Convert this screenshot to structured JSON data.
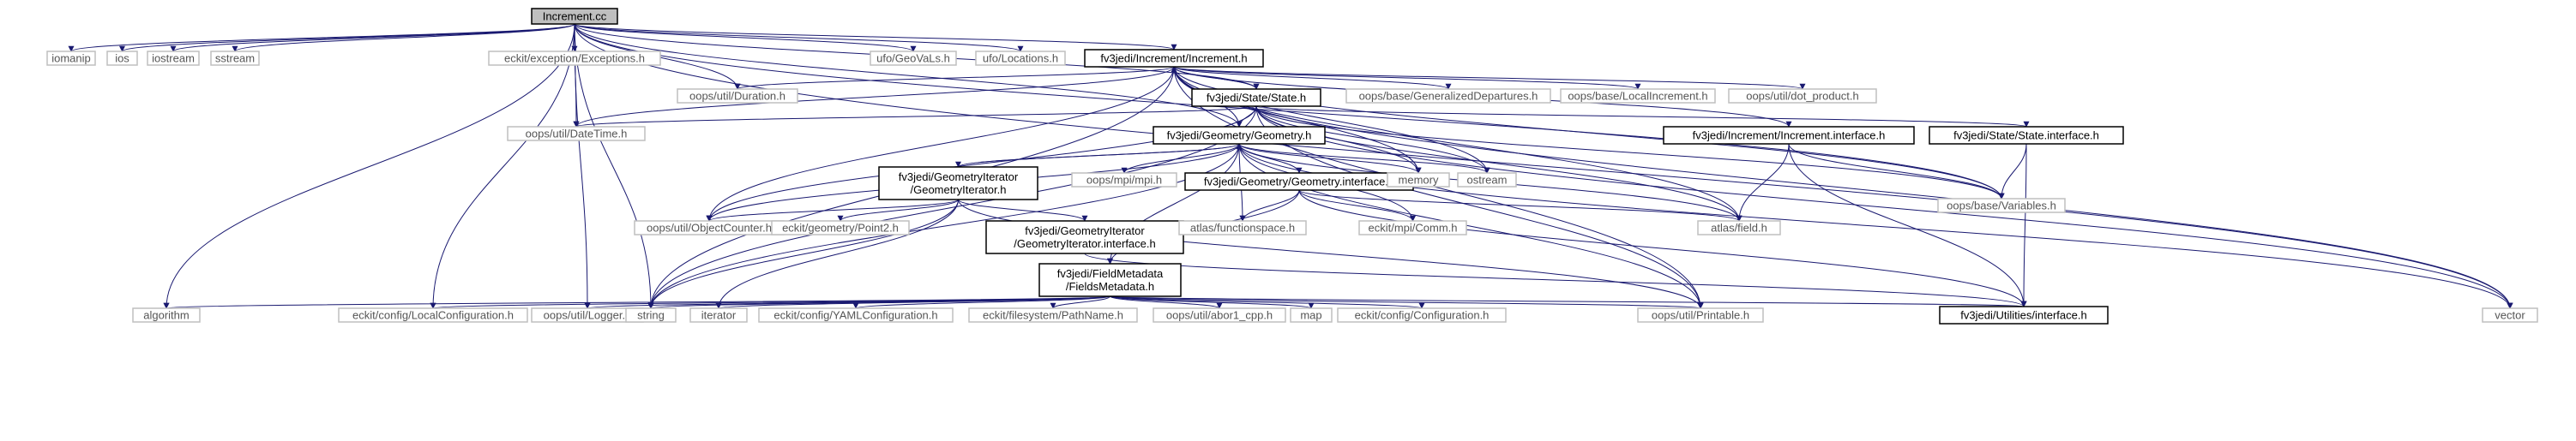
{
  "colors": {
    "edge": "#191970",
    "root_fill": "#bfbfbf",
    "project_fill": "#ffffff",
    "project_stroke": "#000000",
    "external_fill": "#ffffff",
    "external_stroke": "#bfbfbf",
    "external_text": "#555555",
    "text": "#000000"
  },
  "nodes": [
    {
      "id": "n0",
      "kind": "root",
      "lines": [
        "Increment.cc"
      ]
    },
    {
      "id": "n1",
      "kind": "external",
      "lines": [
        "iomanip"
      ]
    },
    {
      "id": "n2",
      "kind": "external",
      "lines": [
        "ios"
      ]
    },
    {
      "id": "n3",
      "kind": "external",
      "lines": [
        "iostream"
      ]
    },
    {
      "id": "n4",
      "kind": "external",
      "lines": [
        "sstream"
      ]
    },
    {
      "id": "n5",
      "kind": "external",
      "lines": [
        "eckit/exception/Exceptions.h"
      ]
    },
    {
      "id": "n6",
      "kind": "external",
      "lines": [
        "ufo/GeoVaLs.h"
      ]
    },
    {
      "id": "n7",
      "kind": "external",
      "lines": [
        "ufo/Locations.h"
      ]
    },
    {
      "id": "n8",
      "kind": "project",
      "lines": [
        "fv3jedi/Increment/Increment.h"
      ]
    },
    {
      "id": "n9",
      "kind": "external",
      "lines": [
        "oops/util/Duration.h"
      ]
    },
    {
      "id": "n10",
      "kind": "project",
      "lines": [
        "fv3jedi/State/State.h"
      ]
    },
    {
      "id": "n11",
      "kind": "external",
      "lines": [
        "oops/base/GeneralizedDepartures.h"
      ]
    },
    {
      "id": "n12",
      "kind": "external",
      "lines": [
        "oops/base/LocalIncrement.h"
      ]
    },
    {
      "id": "n13",
      "kind": "external",
      "lines": [
        "oops/util/dot_product.h"
      ]
    },
    {
      "id": "n14",
      "kind": "external",
      "lines": [
        "oops/util/DateTime.h"
      ]
    },
    {
      "id": "n15",
      "kind": "project",
      "lines": [
        "fv3jedi/Geometry/Geometry.h"
      ]
    },
    {
      "id": "n16",
      "kind": "project",
      "lines": [
        "fv3jedi/Increment/Increment.interface.h"
      ]
    },
    {
      "id": "n17",
      "kind": "project",
      "lines": [
        "fv3jedi/State/State.interface.h"
      ]
    },
    {
      "id": "n18",
      "kind": "project",
      "lines": [
        "fv3jedi/GeometryIterator",
        "/GeometryIterator.h"
      ]
    },
    {
      "id": "n19",
      "kind": "external",
      "lines": [
        "oops/mpi/mpi.h"
      ]
    },
    {
      "id": "n20",
      "kind": "project",
      "lines": [
        "fv3jedi/Geometry/Geometry.interface.h"
      ]
    },
    {
      "id": "n21",
      "kind": "external",
      "lines": [
        "memory"
      ]
    },
    {
      "id": "n22",
      "kind": "external",
      "lines": [
        "ostream"
      ]
    },
    {
      "id": "n23",
      "kind": "external",
      "lines": [
        "oops/base/Variables.h"
      ]
    },
    {
      "id": "n24",
      "kind": "external",
      "lines": [
        "oops/util/ObjectCounter.h"
      ]
    },
    {
      "id": "n25",
      "kind": "external",
      "lines": [
        "eckit/geometry/Point2.h"
      ]
    },
    {
      "id": "n26",
      "kind": "project",
      "lines": [
        "fv3jedi/GeometryIterator",
        "/GeometryIterator.interface.h"
      ]
    },
    {
      "id": "n27",
      "kind": "external",
      "lines": [
        "atlas/functionspace.h"
      ]
    },
    {
      "id": "n28",
      "kind": "external",
      "lines": [
        "eckit/mpi/Comm.h"
      ]
    },
    {
      "id": "n29",
      "kind": "external",
      "lines": [
        "atlas/field.h"
      ]
    },
    {
      "id": "n30",
      "kind": "project",
      "lines": [
        "fv3jedi/FieldMetadata",
        "/FieldsMetadata.h"
      ]
    },
    {
      "id": "n31",
      "kind": "external",
      "lines": [
        "algorithm"
      ]
    },
    {
      "id": "n32",
      "kind": "external",
      "lines": [
        "eckit/config/LocalConfiguration.h"
      ]
    },
    {
      "id": "n33",
      "kind": "external",
      "lines": [
        "oops/util/Logger.h"
      ]
    },
    {
      "id": "n34",
      "kind": "external",
      "lines": [
        "string"
      ]
    },
    {
      "id": "n35",
      "kind": "external",
      "lines": [
        "iterator"
      ]
    },
    {
      "id": "n36",
      "kind": "external",
      "lines": [
        "eckit/config/YAMLConfiguration.h"
      ]
    },
    {
      "id": "n37",
      "kind": "external",
      "lines": [
        "eckit/filesystem/PathName.h"
      ]
    },
    {
      "id": "n38",
      "kind": "external",
      "lines": [
        "oops/util/abor1_cpp.h"
      ]
    },
    {
      "id": "n39",
      "kind": "external",
      "lines": [
        "map"
      ]
    },
    {
      "id": "n40",
      "kind": "external",
      "lines": [
        "eckit/config/Configuration.h"
      ]
    },
    {
      "id": "n41",
      "kind": "external",
      "lines": [
        "oops/util/Printable.h"
      ]
    },
    {
      "id": "n42",
      "kind": "project",
      "lines": [
        "fv3jedi/Utilities/interface.h"
      ]
    },
    {
      "id": "n43",
      "kind": "external",
      "lines": [
        "vector"
      ]
    }
  ],
  "edges": [
    [
      "n0",
      "n1"
    ],
    [
      "n0",
      "n2"
    ],
    [
      "n0",
      "n3"
    ],
    [
      "n0",
      "n4"
    ],
    [
      "n0",
      "n5"
    ],
    [
      "n0",
      "n6"
    ],
    [
      "n0",
      "n7"
    ],
    [
      "n0",
      "n8"
    ],
    [
      "n0",
      "n9"
    ],
    [
      "n0",
      "n10"
    ],
    [
      "n0",
      "n14"
    ],
    [
      "n0",
      "n15"
    ],
    [
      "n0",
      "n23"
    ],
    [
      "n0",
      "n31"
    ],
    [
      "n0",
      "n32"
    ],
    [
      "n0",
      "n33"
    ],
    [
      "n0",
      "n34"
    ],
    [
      "n0",
      "n43"
    ],
    [
      "n8",
      "n9"
    ],
    [
      "n8",
      "n10"
    ],
    [
      "n8",
      "n11"
    ],
    [
      "n8",
      "n12"
    ],
    [
      "n8",
      "n13"
    ],
    [
      "n8",
      "n14"
    ],
    [
      "n8",
      "n15"
    ],
    [
      "n8",
      "n16"
    ],
    [
      "n8",
      "n21"
    ],
    [
      "n8",
      "n22"
    ],
    [
      "n8",
      "n23"
    ],
    [
      "n8",
      "n24"
    ],
    [
      "n8",
      "n29"
    ],
    [
      "n8",
      "n41"
    ],
    [
      "n8",
      "n43"
    ],
    [
      "n8",
      "n34"
    ],
    [
      "n10",
      "n8"
    ],
    [
      "n10",
      "n14"
    ],
    [
      "n10",
      "n15"
    ],
    [
      "n10",
      "n17"
    ],
    [
      "n10",
      "n21"
    ],
    [
      "n10",
      "n22"
    ],
    [
      "n10",
      "n23"
    ],
    [
      "n10",
      "n24"
    ],
    [
      "n10",
      "n29"
    ],
    [
      "n10",
      "n41"
    ],
    [
      "n10",
      "n43"
    ],
    [
      "n10",
      "n34"
    ],
    [
      "n15",
      "n18"
    ],
    [
      "n15",
      "n19"
    ],
    [
      "n15",
      "n20"
    ],
    [
      "n15",
      "n21"
    ],
    [
      "n15",
      "n22"
    ],
    [
      "n15",
      "n24"
    ],
    [
      "n15",
      "n27"
    ],
    [
      "n15",
      "n28"
    ],
    [
      "n15",
      "n29"
    ],
    [
      "n15",
      "n30"
    ],
    [
      "n15",
      "n34"
    ],
    [
      "n15",
      "n41"
    ],
    [
      "n15",
      "n43"
    ],
    [
      "n18",
      "n15"
    ],
    [
      "n18",
      "n24"
    ],
    [
      "n18",
      "n25"
    ],
    [
      "n18",
      "n26"
    ],
    [
      "n18",
      "n34"
    ],
    [
      "n18",
      "n35"
    ],
    [
      "n18",
      "n41"
    ],
    [
      "n20",
      "n27"
    ],
    [
      "n20",
      "n28"
    ],
    [
      "n20",
      "n29"
    ],
    [
      "n20",
      "n30"
    ],
    [
      "n20",
      "n42"
    ],
    [
      "n26",
      "n42"
    ],
    [
      "n16",
      "n23"
    ],
    [
      "n16",
      "n29"
    ],
    [
      "n16",
      "n42"
    ],
    [
      "n17",
      "n23"
    ],
    [
      "n17",
      "n42"
    ],
    [
      "n30",
      "n31"
    ],
    [
      "n30",
      "n32"
    ],
    [
      "n30",
      "n33"
    ],
    [
      "n30",
      "n34"
    ],
    [
      "n30",
      "n35"
    ],
    [
      "n30",
      "n36"
    ],
    [
      "n30",
      "n37"
    ],
    [
      "n30",
      "n38"
    ],
    [
      "n30",
      "n39"
    ],
    [
      "n30",
      "n40"
    ],
    [
      "n30",
      "n41"
    ],
    [
      "n30",
      "n42"
    ]
  ]
}
